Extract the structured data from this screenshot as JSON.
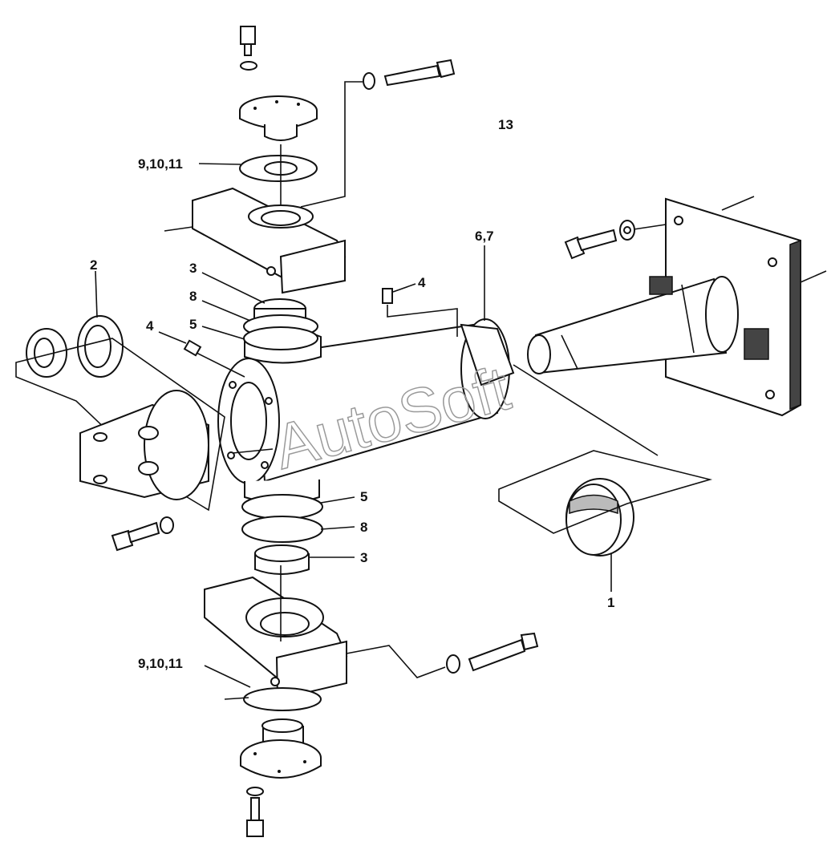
{
  "figure_number": "13",
  "watermark": "AutoSoft",
  "callouts": [
    {
      "id": "callout-9-10-11-top",
      "text": "9,10,11"
    },
    {
      "id": "callout-3-top",
      "text": "3"
    },
    {
      "id": "callout-8-top",
      "text": "8"
    },
    {
      "id": "callout-5-top",
      "text": "5"
    },
    {
      "id": "callout-4-left",
      "text": "4"
    },
    {
      "id": "callout-2",
      "text": "2"
    },
    {
      "id": "callout-4-top",
      "text": "4"
    },
    {
      "id": "callout-6-7",
      "text": "6,7"
    },
    {
      "id": "callout-5-bottom",
      "text": "5"
    },
    {
      "id": "callout-8-bottom",
      "text": "8"
    },
    {
      "id": "callout-3-bottom",
      "text": "3"
    },
    {
      "id": "callout-1",
      "text": "1"
    },
    {
      "id": "callout-9-10-11-bottom",
      "text": "9,10,11"
    }
  ]
}
